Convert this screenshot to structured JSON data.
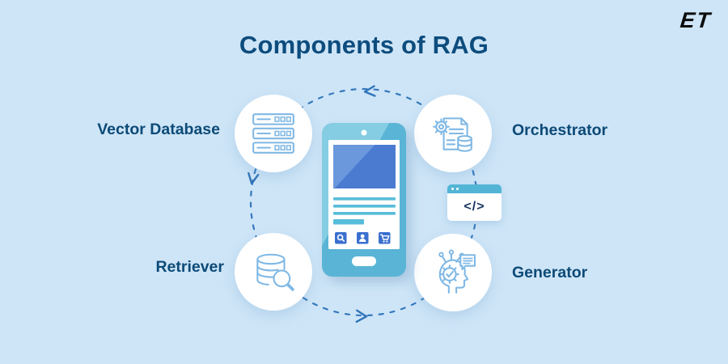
{
  "title": {
    "text": "Components of RAG",
    "color": "#0d4c7d"
  },
  "logo": {
    "text": "ET",
    "color": "#0c0c0d"
  },
  "components": [
    {
      "label": "Vector Database",
      "icon": "server-stack-icon",
      "position": "top-left"
    },
    {
      "label": "Orchestrator",
      "icon": "gear-document-database-icon",
      "position": "top-right"
    },
    {
      "label": "Retriever",
      "icon": "database-magnifier-icon",
      "position": "bottom-left"
    },
    {
      "label": "Generator",
      "icon": "ai-head-chat-icon",
      "position": "bottom-right"
    }
  ],
  "code_badge": {
    "text": "</>",
    "icon": "code-browser-window-icon"
  },
  "center_illustration": {
    "device": "smartphone",
    "app_buttons": [
      "search-icon",
      "user-icon",
      "cart-icon"
    ]
  },
  "flow": {
    "style": "dashed-circle",
    "direction": "counterclockwise"
  },
  "colors": {
    "background": "#cee5f7",
    "heading_navy": "#0d4c7d",
    "label_navy": "#0c4a77",
    "dash_blue": "#3579bd",
    "icon_stroke": "#7fb8e5",
    "node_fill": "#ffffff",
    "phone_body": "#5ab4d6",
    "phone_body_highlight": "#83cce2",
    "hero_blue": "#4a7bd1",
    "app_button_blue": "#3a6fce",
    "browser_header_teal": "#52b5d6"
  }
}
